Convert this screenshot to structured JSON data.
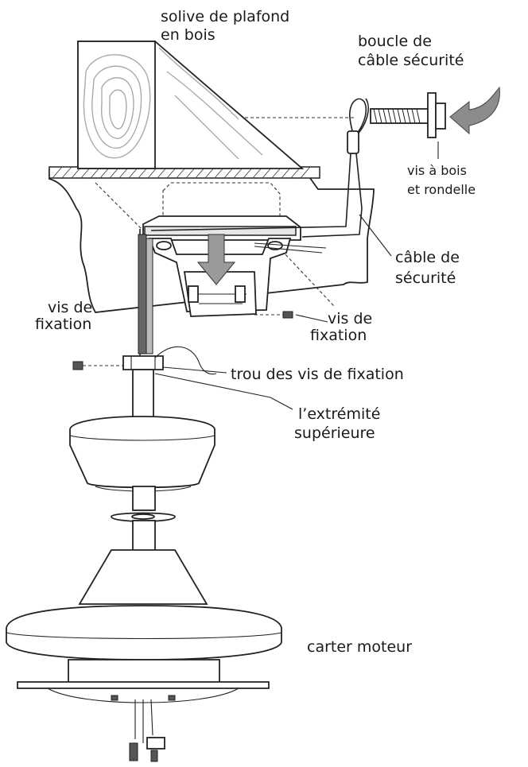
{
  "labels": {
    "joist_line1": "solive de plafond",
    "joist_line2": "en bois",
    "loop_line1": "boucle de",
    "loop_line2": "câble sécurité",
    "screw_line1": "vis à bois",
    "screw_line2": "et rondelle",
    "cable_line1": "câble de",
    "cable_line2": "sécurité",
    "setscrew_left_line1": "vis de",
    "setscrew_left_line2": "fixation",
    "setscrew_right_line1": "vis de",
    "setscrew_right_line2": "fixation",
    "hole": "trou des vis de fixation",
    "top_line1": "l’extrémité",
    "top_line2": "supérieure",
    "motor": "carter moteur"
  },
  "icons": [
    "wood-joist",
    "safety-cable-loop",
    "wood-screw-washer",
    "direction-arrow",
    "mounting-bracket",
    "down-arrow",
    "set-screw",
    "downrod",
    "canopy",
    "motor-housing",
    "wire-connector"
  ]
}
